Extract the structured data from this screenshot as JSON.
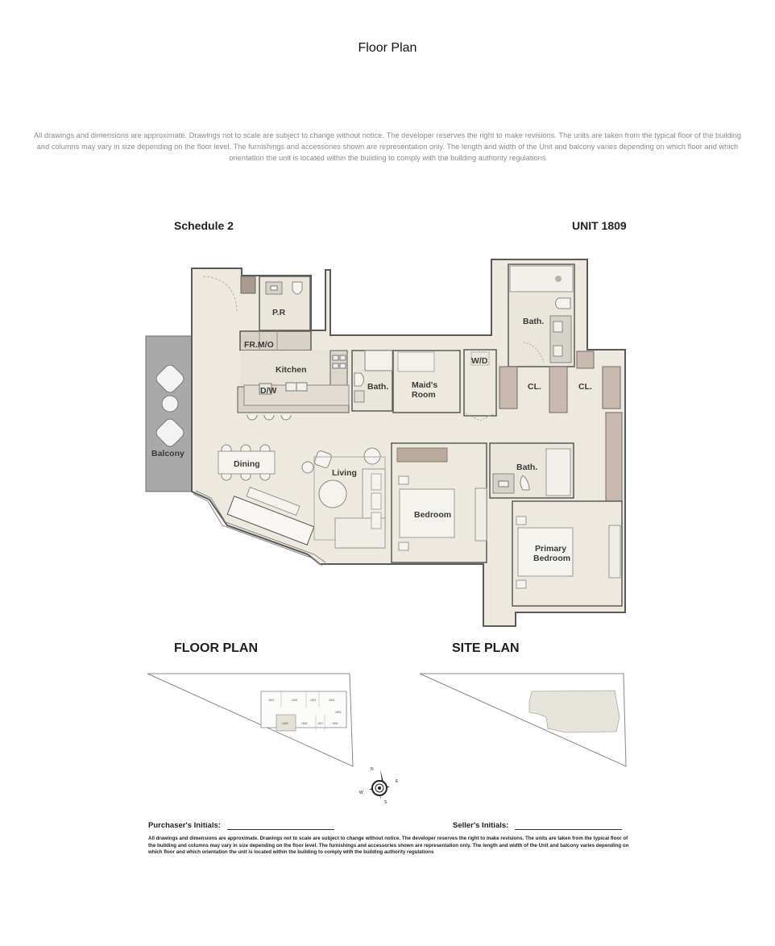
{
  "page": {
    "title": "Floor Plan",
    "disclaimer_top": "All drawings and dimensions are approximate. Drawings not to  scale  are subject to change without notice. The developer reserves the right to make revisions. The units are taken from the typical floor of the building  and columns may vary in size depending on the floor level. The furnishings and accessories shown are representation only. The length and width of the Unit  and balcony varies depending on which floor and which orientation the unit is located within the building to comply with the building authority regulations"
  },
  "sheet": {
    "schedule": "Schedule 2",
    "unit": "UNIT 1809"
  },
  "rooms": {
    "powder_room": "P.R",
    "fridge_microwave": "FR.M/O",
    "kitchen": "Kitchen",
    "dishwasher": "D/W",
    "balcony": "Balcony",
    "dining": "Dining",
    "living": "Living",
    "maid_bath": "Bath.",
    "maids_room_line1": "Maid's",
    "maids_room_line2": "Room",
    "washer_dryer": "W/D",
    "primary_bath": "Bath.",
    "closet_1": "CL.",
    "closet_2": "CL.",
    "second_bath": "Bath.",
    "bedroom": "Bedroom",
    "primary_bedroom_line1": "Primary",
    "primary_bedroom_line2": "Bedroom"
  },
  "sections": {
    "floor_plan": "FLOOR PLAN",
    "site_plan": "SITE PLAN"
  },
  "key_plan": {
    "units_top": [
      "1801",
      "1802",
      "1803",
      "1804"
    ],
    "units_side": [
      "1805"
    ],
    "units_bottom": [
      "1809",
      "1808",
      "1807",
      "1806"
    ],
    "highlighted_unit": "1809"
  },
  "compass": {
    "n": "N",
    "e": "E",
    "s": "S",
    "w": "W"
  },
  "signatures": {
    "purchaser_label": "Purchaser's Initials:",
    "seller_label": "Seller's Initials:"
  },
  "disclaimer_bottom": "All drawings and dimensions are approximate. Drawings not to  scale  are subject to change without notice. The developer reserves the right to make revisions. The units are taken from the typical floor of the building  and columns may vary in size depending on the floor level. The furnishings and accessories shown are representation only. The length and width of the Unit  and balcony varies depending on which floor and which orientation the unit is located within the building to comply with the building authority regulations",
  "colors": {
    "floor_fill": "#ede9df",
    "wall": "#5a5a5a",
    "balcony_fill": "#a9a9a9",
    "millwork": "#c9b9ae",
    "highlight": "#e4e2d6"
  }
}
